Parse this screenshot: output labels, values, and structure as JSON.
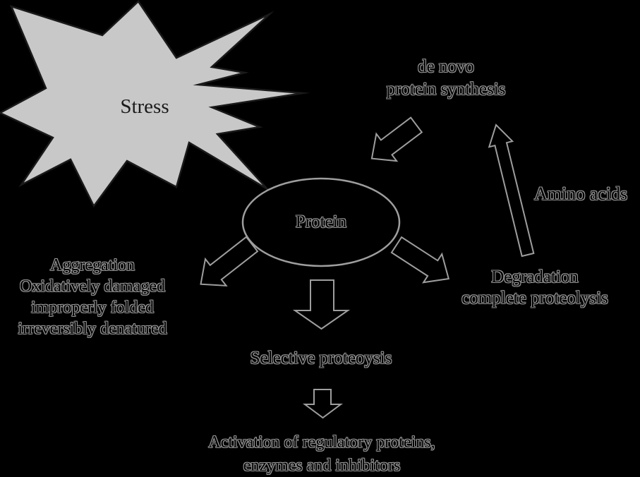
{
  "diagram": {
    "title_implicit": "Protein stress and turnover diagram",
    "background": "#000000",
    "colors": {
      "starburst_fill": "#c8c8c8",
      "starburst_stroke": "#1a1a1a",
      "outline_gray": "#9e9e9e",
      "text_fill": "#000000",
      "text_halo": "#969696"
    },
    "nodes": {
      "stress": {
        "label": "Stress"
      },
      "protein": {
        "label": "Protein"
      },
      "de_novo": {
        "lines": [
          "de novo",
          "protein synthesis"
        ]
      },
      "amino_acids": {
        "label": "Amino acids"
      },
      "degradation": {
        "lines": [
          "Degradation",
          "complete proteolysis"
        ]
      },
      "aggregation": {
        "lines": [
          "Aggregation",
          "Oxidatively damaged",
          "improperly folded",
          "irreversibly denatured"
        ]
      },
      "selective": {
        "label": "Selective proteoysis"
      },
      "activation": {
        "lines": [
          "Activation of regulatory proteins,",
          "enzymes and inhibitors"
        ]
      }
    },
    "arrows": [
      {
        "id": "synthesis-to-protein",
        "from": "de novo protein synthesis",
        "to": "Protein",
        "direction": "down-left"
      },
      {
        "id": "amino-acids-up",
        "from": "Degradation / Amino acids",
        "to": "de novo protein synthesis",
        "direction": "up"
      },
      {
        "id": "protein-to-aggregation",
        "from": "Protein",
        "to": "Aggregation",
        "direction": "down-left"
      },
      {
        "id": "protein-to-selective",
        "from": "Protein",
        "to": "Selective proteoysis",
        "direction": "down"
      },
      {
        "id": "protein-to-degradation",
        "from": "Protein",
        "to": "Degradation",
        "direction": "down-right"
      },
      {
        "id": "selective-to-activation",
        "from": "Selective proteoysis",
        "to": "Activation of regulatory proteins",
        "direction": "down"
      }
    ]
  }
}
